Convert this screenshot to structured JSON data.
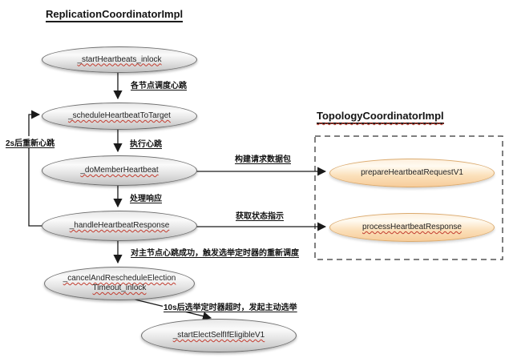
{
  "diagram": {
    "left_title": "ReplicationCoordinatorImpl",
    "right_title": "TopologyCoordinatorImpl",
    "nodes": {
      "start_heartbeats": "_startHeartbeats_inlock",
      "schedule_heartbeat": "_scheduleHeartbeatToTarget",
      "do_member_heartbeat": "_doMemberHeartbeat",
      "handle_heartbeat_response": "_handleHeartbeatResponse",
      "cancel_reschedule_line1": "_cancelAndRescheduleElection",
      "cancel_reschedule_line2": "Timeout_inlock",
      "start_elect_self": "_startElectSelfIfEligibleV1",
      "prepare_heartbeat_request": "prepareHeartbeatRequestV1",
      "process_heartbeat_response": "processHeartbeatResponse"
    },
    "edge_labels": {
      "schedule_each_node": "各节点调度心跳",
      "execute_heartbeat": "执行心跳",
      "handle_response": "处理响应",
      "reschedule_election": "对主节点心跳成功，触发选举定时器的重新调度",
      "election_timeout": "10s后选举定时器超时，发起主动选举",
      "retry_2s": "2s后重新心跳",
      "build_request_packet": "构建请求数据包",
      "get_status_indication": "获取状态指示"
    },
    "colors": {
      "node_fill_bottom": "#c2c2c2",
      "node_border": "#6f6f6f",
      "topo_fill_bottom": "#f7cd9b",
      "topo_border": "#dcab6f",
      "arrow": "#1a1a1a",
      "spellcheck_underline": "#c23b2e",
      "dashed_box_border": "#555555",
      "background": "#ffffff"
    }
  }
}
